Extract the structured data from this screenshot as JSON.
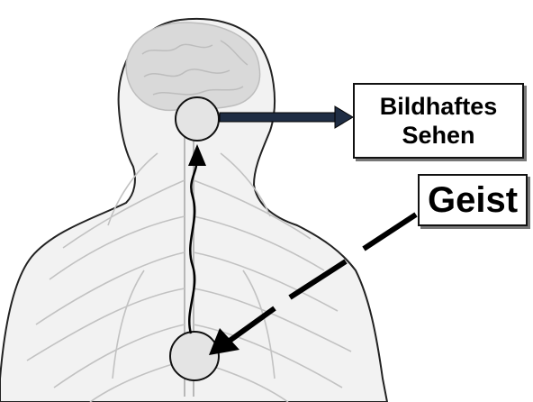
{
  "labels": {
    "vision_line1": "Bildhaftes",
    "vision_line2": "Sehen",
    "spirit": "Geist"
  },
  "colors": {
    "body_fill": "#f2f2f2",
    "body_outline": "#222222",
    "nerve_lines": "#b8b8b8",
    "brain_fill": "#d9d9d9",
    "node_fill": "#e4e4e4",
    "arrow_vision": "#1f2d44",
    "arrow_black": "#000000"
  },
  "icons": {
    "head_node": "circle",
    "heart_node": "circle"
  }
}
